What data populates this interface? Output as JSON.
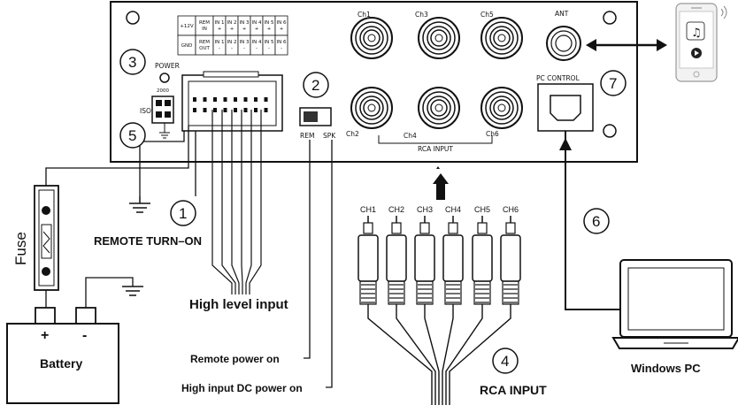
{
  "terminal": {
    "row1": [
      "+12V",
      "REM\nIN",
      "IN 1\n+",
      "IN 2\n+",
      "IN 3\n+",
      "IN 4\n+",
      "IN 5\n+",
      "IN 6\n+"
    ],
    "row2": [
      "GND",
      "REM\nOUT",
      "IN 1\n-",
      "IN 2\n-",
      "IN 3\n-",
      "IN 4\n-",
      "IN 5\n-",
      "IN 6\n-"
    ]
  },
  "panel": {
    "power_label": "POWER",
    "iso_label": "ISO",
    "val_2000": "2000",
    "rem_label": "REM",
    "spk_label": "SPK",
    "ant_label": "ANT",
    "pc_control_label": "PC CONTROL",
    "rca_input_label": "RCA INPUT",
    "ch_labels_top": [
      "Ch1",
      "Ch3",
      "Ch5"
    ],
    "ch_labels_bottom": [
      "Ch2",
      "Ch4",
      "Ch6"
    ]
  },
  "callouts": {
    "n1": "1",
    "n2": "2",
    "n3": "3",
    "n4": "4",
    "n5": "5",
    "n6": "6",
    "n7": "7"
  },
  "labels": {
    "remote_turn_on": "REMOTE TURN–ON",
    "high_level_input": "High level input",
    "remote_power_on": "Remote power on",
    "high_input_dc": "High input DC power on",
    "rca_input": "RCA INPUT",
    "windows_pc": "Windows PC",
    "battery": "Battery",
    "fuse": "Fuse",
    "plus": "+",
    "minus": "-"
  },
  "rca_cables": [
    "CH1",
    "CH2",
    "CH3",
    "CH4",
    "CH5",
    "CH6"
  ]
}
